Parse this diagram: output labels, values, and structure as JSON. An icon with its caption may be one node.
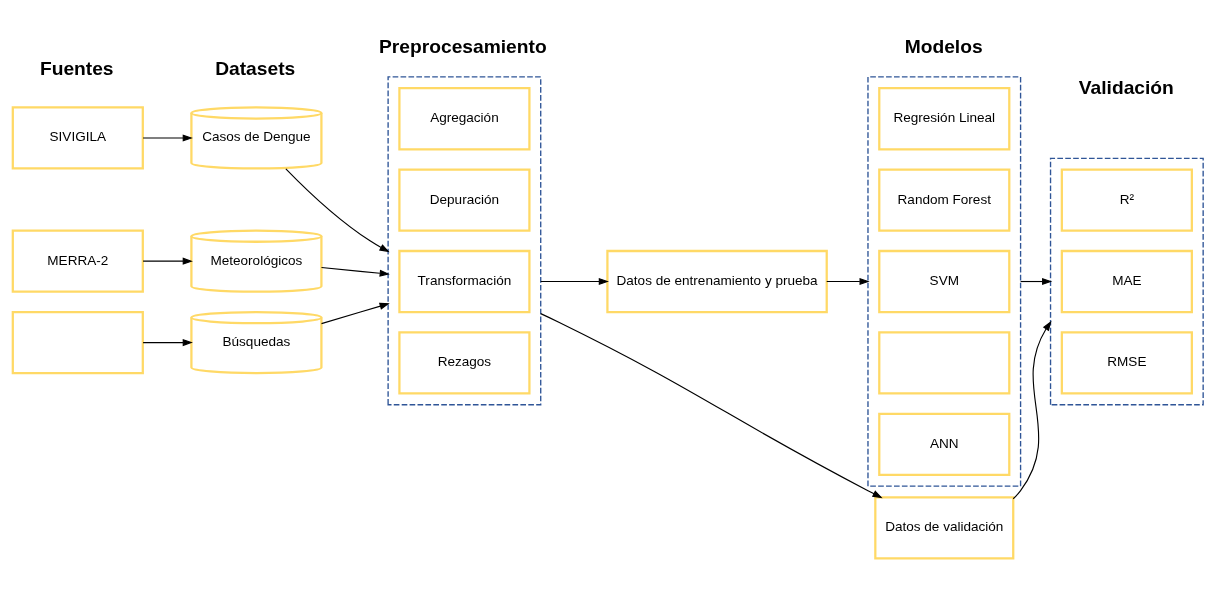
{
  "diagram": {
    "nodes": [
      {
        "text": [
          "SIVIGILA"
        ]
      },
      {
        "text": [
          "MERRA-2"
        ]
      },
      {
        "text": [],
        "shape": "box"
      },
      {
        "text": [
          "Casos de Dengue"
        ]
      },
      {
        "text": [
          "Meteorológicos"
        ]
      },
      {
        "text": [
          "Búsquedas"
        ]
      },
      {
        "text": [],
        "shape": "box"
      },
      {
        "text": [
          "Agregación"
        ],
        "in": 6
      },
      {
        "text": [
          "Depuración"
        ],
        "in": 6
      },
      {
        "text": [
          "Transformación"
        ],
        "in": 6
      },
      {
        "text": [
          "Rezagos"
        ],
        "in": 6
      },
      {
        "text": [
          "Datos de entrenamiento y prueba"
        ]
      },
      {
        "text": [
          "Datos de validación"
        ]
      },
      {
        "text": [],
        "shape": "box"
      },
      {
        "text": [
          "Regresión Lineal"
        ],
        "in": 13
      },
      {
        "text": [
          "Random Forest"
        ],
        "in": 13
      },
      {
        "text": [
          "SVM"
        ],
        "in": 13
      },
      {
        "text": [],
        "shape": "box",
        "in": 13
      },
      {
        "text": [
          "ANN"
        ],
        "in": 13
      },
      {
        "text": [],
        "shape": "box"
      },
      {
        "text": [
          "R²"
        ],
        "in": 19
      },
      {
        "text": [
          "MAE"
        ],
        "in": 19
      },
      {
        "text": [
          "RMSE"
        ],
        "in": 19
      }
    ],
    "edges": [
      {
        "from": 0,
        "to": 3,
        "arrow": "to"
      },
      {
        "from": 1,
        "to": 4,
        "arrow": "to"
      },
      {
        "from": 2,
        "to": 5,
        "arrow": "to"
      },
      {
        "from": 3,
        "to": 6,
        "arrow": "to"
      },
      {
        "from": 4,
        "to": 6,
        "arrow": "to"
      },
      {
        "from": 5,
        "to": 6,
        "arrow": "to"
      },
      {
        "from": 6,
        "to": 11,
        "arrow": "to"
      },
      {
        "from": 6,
        "to": 12,
        "arrow": "to"
      },
      {
        "from": 11,
        "to": 13,
        "arrow": "to"
      },
      {
        "from": 13,
        "to": 19,
        "arrow": "to"
      },
      {
        "from": 12,
        "to": 19,
        "arrow": "to"
      }
    ],
    "labels": [
      "Fuentes",
      "Datasets",
      "Preprocesamiento",
      "Modelos",
      "Validación"
    ]
  }
}
